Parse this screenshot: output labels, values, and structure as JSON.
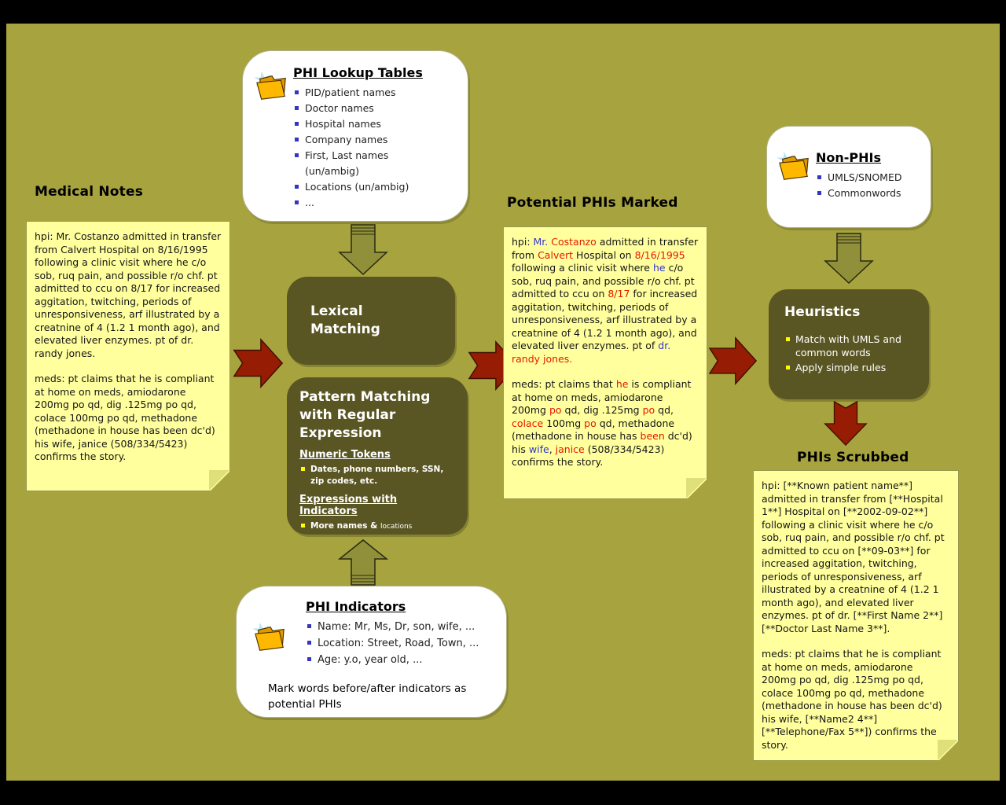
{
  "headings": {
    "medical_notes": "Medical Notes",
    "potential_phis_marked": "Potential PHIs Marked",
    "phis_scrubbed": "PHIs Scrubbed"
  },
  "phi_lookup": {
    "title": "PHI Lookup Tables",
    "items": [
      "PID/patient names",
      "Doctor names",
      "Hospital names",
      "Company names",
      "First, Last names\n(un/ambig)",
      "Locations (un/ambig)",
      "..."
    ]
  },
  "non_phis": {
    "title": "Non-PHIs",
    "items": [
      "UMLS/SNOMED",
      "Commonwords"
    ]
  },
  "phi_indicators": {
    "title": "PHI Indicators",
    "items": [
      "Name: Mr, Ms, Dr, son, wife, ...",
      "Location:  Street, Road, Town, ...",
      "Age: y.o, year old, ..."
    ],
    "note": "Mark words before/after indicators as potential PHIs"
  },
  "lexical": {
    "title": "Lexical Matching"
  },
  "pattern": {
    "title": "Pattern Matching with Regular Expression",
    "numeric_heading": "Numeric Tokens",
    "numeric_item": "Dates, phone numbers, SSN, zip codes, etc.",
    "expressions_heading": "Expressions with Indicators",
    "expressions_item": "More names &",
    "expressions_item_small": "locations"
  },
  "heuristics": {
    "title": "Heuristics",
    "items": [
      "Match with UMLS and common words",
      "Apply simple rules"
    ]
  },
  "medical_note": {
    "para1": "hpi:  Mr. Costanzo admitted in transfer from Calvert Hospital on 8/16/1995 following a clinic visit where he c/o sob, ruq pain, and possible r/o chf.  pt admitted to ccu on 8/17 for increased aggitation, twitching, periods of unresponsiveness, arf illustrated by a creatnine of 4 (1.2 1 month ago), and elevated liver enzymes. pt of dr. randy jones.",
    "para2": "meds:  pt claims that he is compliant at home on meds, amiodarone 200mg po qd, dig .125mg po qd, colace 100mg po qd, methadone (methadone in house has been dc'd) his wife, janice (508/334/5423) confirms the story."
  },
  "marked_note": {
    "para1": [
      {
        "t": "hpi:  "
      },
      {
        "t": "Mr.",
        "c": "blue"
      },
      {
        "t": " "
      },
      {
        "t": "Costanzo",
        "c": "red"
      },
      {
        "t": " admitted in transfer from "
      },
      {
        "t": "Calvert",
        "c": "red"
      },
      {
        "t": " Hospital on "
      },
      {
        "t": "8/16/1995",
        "c": "red"
      },
      {
        "t": " following a clinic visit where "
      },
      {
        "t": "he",
        "c": "blue"
      },
      {
        "t": " c/o sob, ruq pain, and possible r/o chf.  pt admitted to ccu on "
      },
      {
        "t": "8/17",
        "c": "red"
      },
      {
        "t": " for increased aggitation, twitching, periods of unresponsiveness, arf illustrated by a creatnine of 4 (1.2 1 month ago), and elevated liver enzymes. pt of "
      },
      {
        "t": "dr.",
        "c": "blue"
      },
      {
        "t": " "
      },
      {
        "t": "randy jones.",
        "c": "red"
      }
    ],
    "para2": [
      {
        "t": "meds:  pt claims that "
      },
      {
        "t": "he",
        "c": "red"
      },
      {
        "t": " is compliant at home on meds, amiodarone 200mg "
      },
      {
        "t": "po",
        "c": "red"
      },
      {
        "t": " qd, dig .125mg "
      },
      {
        "t": "po",
        "c": "red"
      },
      {
        "t": " qd, "
      },
      {
        "t": "colace",
        "c": "red"
      },
      {
        "t": " 100mg "
      },
      {
        "t": "po",
        "c": "red"
      },
      {
        "t": " qd, methadone (methadone in house has "
      },
      {
        "t": "been",
        "c": "red"
      },
      {
        "t": " dc'd) his "
      },
      {
        "t": "wife",
        "c": "blue"
      },
      {
        "t": ", "
      },
      {
        "t": "janice",
        "c": "red"
      },
      {
        "t": " (508/334/5423) confirms the story."
      }
    ]
  },
  "scrubbed_note": {
    "para1": "hpi:  [**Known patient name**] admitted in transfer from [**Hospital 1**] Hospital on [**2002-09-02**] following a clinic visit where he c/o sob, ruq pain, and possible r/o chf.  pt admitted to ccu on [**09-03**] for increased aggitation, twitching, periods of unresponsiveness, arf illustrated by a creatnine of 4 (1.2 1 month ago), and elevated liver enzymes. pt of dr. [**First Name 2**] [**Doctor Last Name 3**].",
    "para2": "meds:  pt claims that he is compliant at home on meds, amiodarone 200mg po qd, dig .125mg po qd, colace 100mg po qd, methadone (methadone in house has been dc'd) his wife, [**Name2 4**] [**Telephone/Fax 5**]) confirms the story."
  },
  "colors": {
    "background_olive": "#a7a33f",
    "dark_box": "#5a5624",
    "note_yellow": "#ffff9e",
    "arrow_red": "#961c03",
    "arrow_olive": "#90903a",
    "bullet_blue": "#3535c0",
    "bullet_yellow": "#ffff00",
    "phi_red": "#e51800",
    "phi_blue": "#3333cc"
  }
}
